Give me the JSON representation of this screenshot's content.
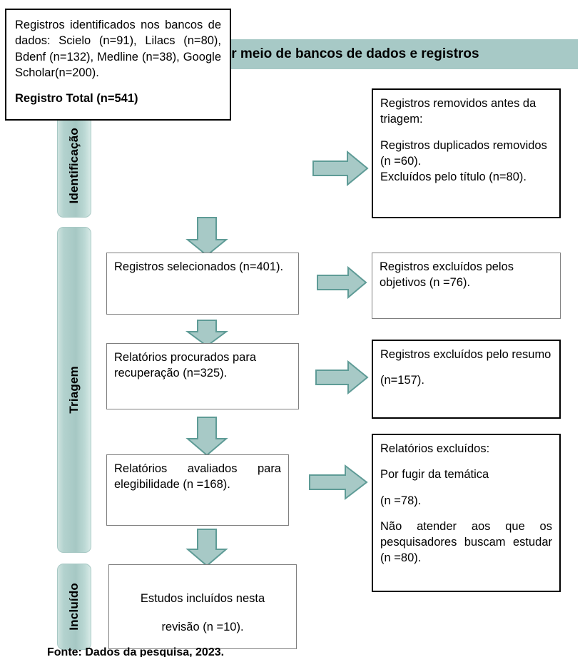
{
  "diagram": {
    "title_banner": "Identificação de estudos por meio de bancos de dados e registros",
    "stages": [
      {
        "key": "identificacao",
        "label": "Identificação"
      },
      {
        "key": "triagem",
        "label": "Triagem"
      },
      {
        "key": "incluido",
        "label": "Incluído"
      }
    ],
    "boxes": {
      "identified": {
        "line1": "Registros identificados nos bancos de dados: Scielo (n=91), Lilacs (n=80), Bdenf (n=132), Medline (n=38), Google Scholar(n=200).",
        "total": "Registro Total (n=541)"
      },
      "removed_before_screening": {
        "line1": "Registros removidos antes da triagem:",
        "line2": "Registros duplicados removidos (n =60).",
        "line3": "Excluídos pelo título (n=80)."
      },
      "records_screened": {
        "line1": "Registros selecionados (n=401)."
      },
      "excluded_objectives": {
        "line1": "Registros excluídos pelos objetivos (n =76)."
      },
      "reports_sought": {
        "line1": "Relatórios procurados para recuperação (n=325)."
      },
      "excluded_abstract": {
        "line1": "Registros excluídos pelo resumo",
        "line2": "(n=157)."
      },
      "reports_assessed": {
        "line1": "Relatórios avaliados para elegibilidade (n =168)."
      },
      "reports_excluded": {
        "line1": "Relatórios excluídos:",
        "line2": "Por fugir da temática",
        "line3": "(n =78).",
        "line4": "Não atender aos que os pesquisadores buscam estudar (n =80)."
      },
      "studies_included": {
        "line1": "Estudos incluídos nesta",
        "line2": "revisão (n =10)."
      }
    },
    "footer": "Fonte: Dados da pesquisa, 2023.",
    "arrows": [
      {
        "name": "identified-to-removed",
        "direction": "right"
      },
      {
        "name": "identified-to-screened",
        "direction": "down"
      },
      {
        "name": "screened-to-excluded-objectives",
        "direction": "right"
      },
      {
        "name": "screened-to-sought",
        "direction": "down"
      },
      {
        "name": "sought-to-excluded-abstract",
        "direction": "right"
      },
      {
        "name": "sought-to-assessed",
        "direction": "down"
      },
      {
        "name": "assessed-to-reports-excluded",
        "direction": "right"
      },
      {
        "name": "assessed-to-included",
        "direction": "down"
      }
    ],
    "colors": {
      "accent_fill": "#a7c9c6",
      "accent_stroke": "#5e9b96",
      "box_border_dark": "#000000",
      "box_border_light": "#7f7f7f"
    }
  }
}
